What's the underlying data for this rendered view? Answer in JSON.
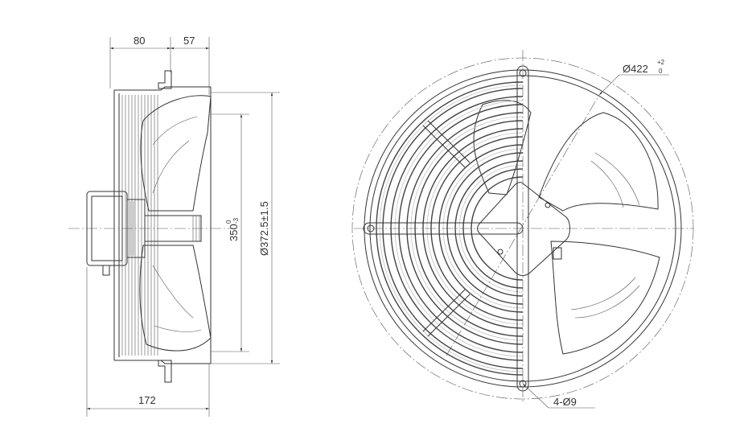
{
  "dimensions": {
    "side_width_a": "80",
    "side_width_b": "57",
    "total_depth": "172",
    "inner_diameter": "350",
    "inner_diameter_upper_tol": "0",
    "inner_diameter_lower_tol": "-3",
    "outer_diameter": "Ø372.5±1.5",
    "bolt_circle": "Ø422",
    "bolt_circle_upper_tol": "+2",
    "bolt_circle_lower_tol": "0",
    "mounting_holes": "4-Ø9"
  }
}
